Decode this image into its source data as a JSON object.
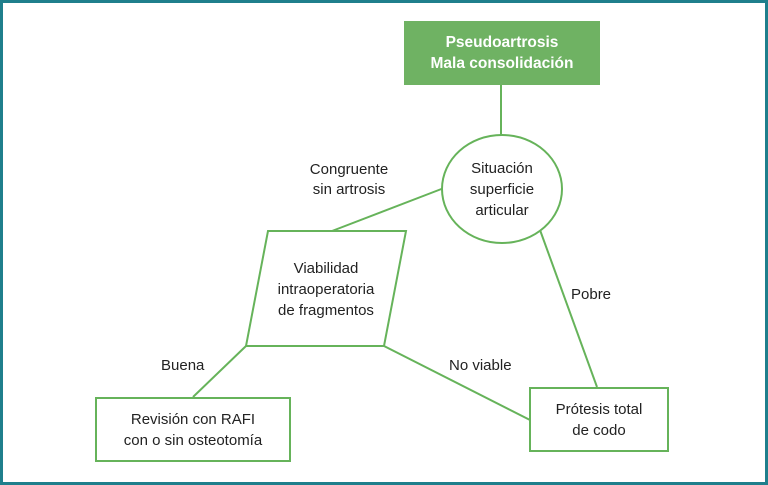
{
  "colors": {
    "frame_border": "#1f7f8c",
    "node_border": "#66b35a",
    "root_fill": "#6fb263",
    "root_text": "#ffffff",
    "edge": "#66b35a"
  },
  "nodes": {
    "root": {
      "line1": "Pseudoartrosis",
      "line2": "Mala consolidación"
    },
    "situacion": {
      "line1": "Situación",
      "line2": "superficie",
      "line3": "articular"
    },
    "viabilidad": {
      "line1": "Viabilidad",
      "line2": "intraoperatoria",
      "line3": "de fragmentos"
    },
    "revision": {
      "line1": "Revisión con RAFI",
      "line2": "con o sin osteotomía"
    },
    "protesis": {
      "line1": "Prótesis total",
      "line2": "de codo"
    }
  },
  "edge_labels": {
    "congruente": {
      "line1": "Congruente",
      "line2": "sin artrosis"
    },
    "pobre": "Pobre",
    "buena": "Buena",
    "no_viable": "No viable"
  }
}
